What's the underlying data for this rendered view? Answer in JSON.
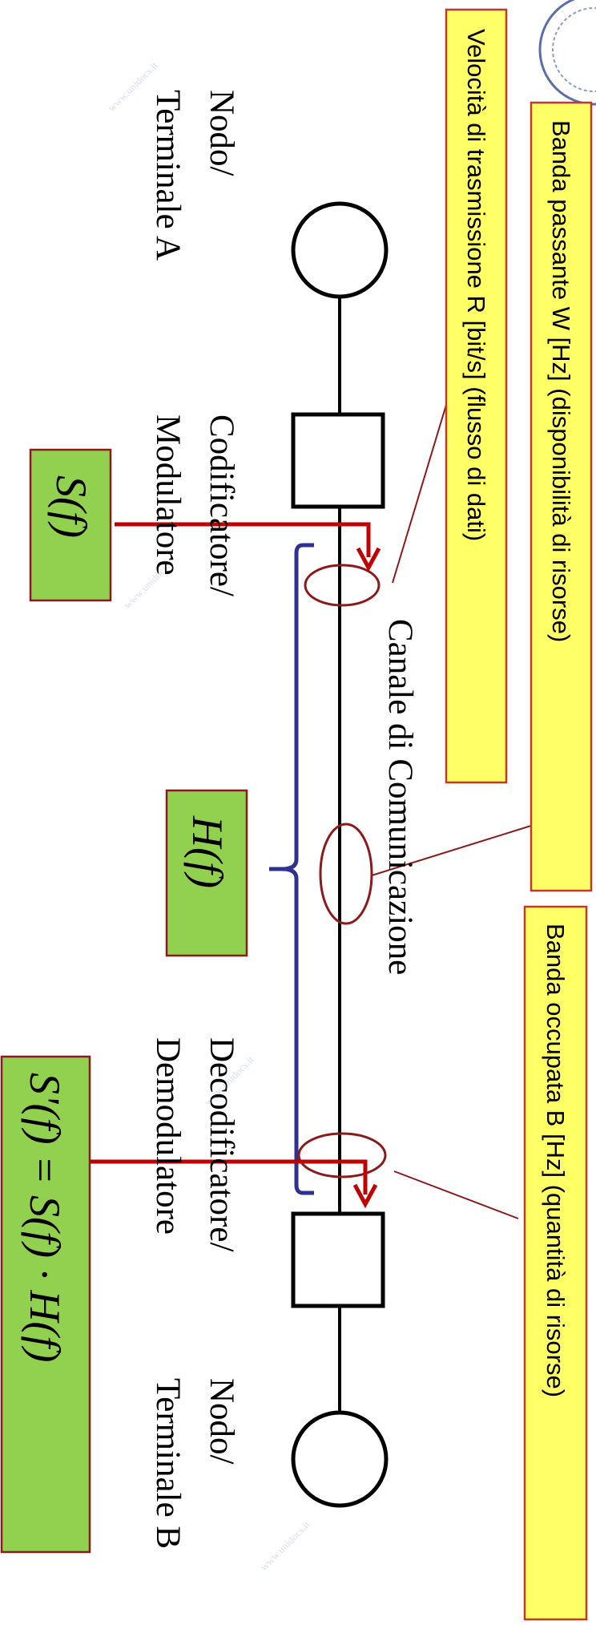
{
  "diagram": {
    "node_a": {
      "line1": "Nodo/",
      "line2": "Terminale  A"
    },
    "coder": {
      "line1": "Codificatore/",
      "line2": "Modulatore"
    },
    "channel": {
      "label": "Canale di Comunicazione"
    },
    "decoder": {
      "line1": "Decodificatore/",
      "line2": "Demodulatore"
    },
    "node_b": {
      "line1": "Nodo/",
      "line2": "Terminale  B"
    },
    "callouts": {
      "rate": "Velocità di trasmissione R [bit/s] (flusso di dati)",
      "bandwidth": "Banda passante W [Hz] (disponibilità di risorse)",
      "occupied": "Banda occupata B [Hz] (quantità di risorse)"
    },
    "formulas": {
      "input": "S(f)",
      "channel": "H(f)",
      "output": "S'(f) = S(f) · H(f)"
    },
    "watermark": "www.unidocs.it",
    "colors": {
      "yellow": "#ffff66",
      "green": "#92d050",
      "dark_red": "#8b1a1a",
      "red": "#c00000",
      "blue": "#2e3192"
    }
  }
}
